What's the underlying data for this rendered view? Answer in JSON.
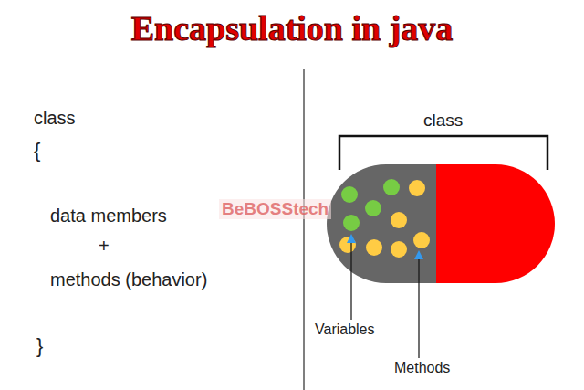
{
  "diagram": {
    "title": "Encapsulation in java",
    "labels": [
      "class",
      "{",
      "data members",
      "+",
      "methods (behavior)",
      "}",
      "BeBOSStech",
      "class",
      "Variables",
      "Methods"
    ]
  }
}
